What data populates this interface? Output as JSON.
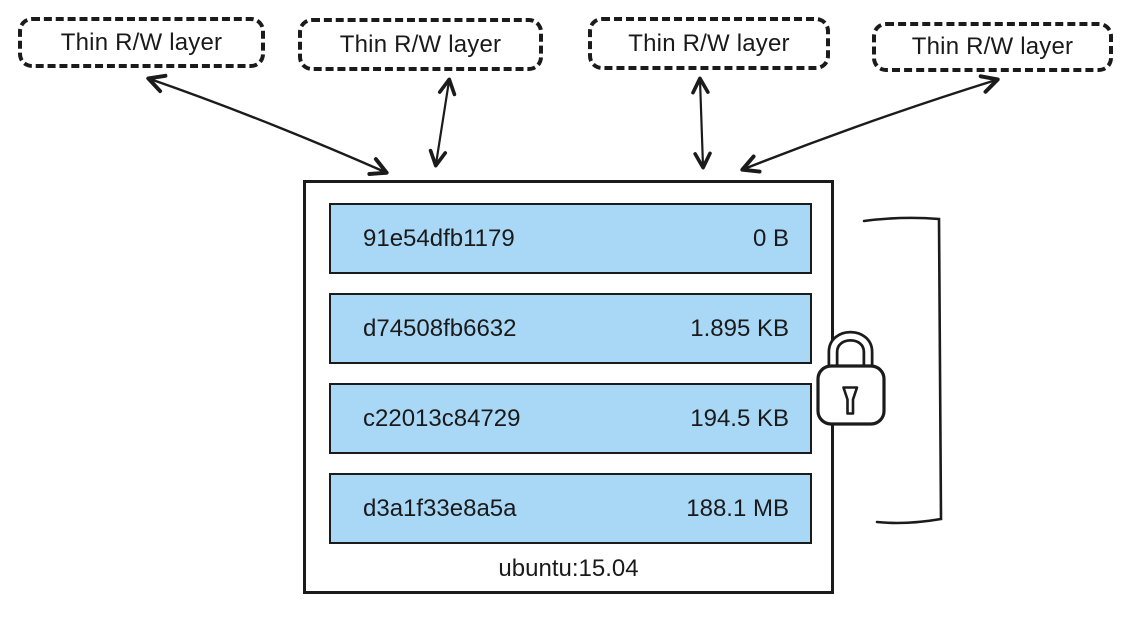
{
  "colors": {
    "layer_fill": "#a9d7f6",
    "stroke": "#1b1b1b",
    "background": "#ffffff"
  },
  "thin_layers": [
    {
      "label": "Thin R/W layer"
    },
    {
      "label": "Thin R/W layer"
    },
    {
      "label": "Thin R/W layer"
    },
    {
      "label": "Thin R/W layer"
    }
  ],
  "image": {
    "name": "ubuntu:15.04",
    "layers": [
      {
        "id": "91e54dfb1179",
        "size": "0 B"
      },
      {
        "id": "d74508fb6632",
        "size": "1.895 KB"
      },
      {
        "id": "c22013c84729",
        "size": "194.5 KB"
      },
      {
        "id": "d3a1f33e8a5a",
        "size": "188.1 MB"
      }
    ]
  },
  "icons": {
    "lock": "lock-icon",
    "arrow": "bidirectional-arrow",
    "bracket": "shared-layers-bracket"
  }
}
